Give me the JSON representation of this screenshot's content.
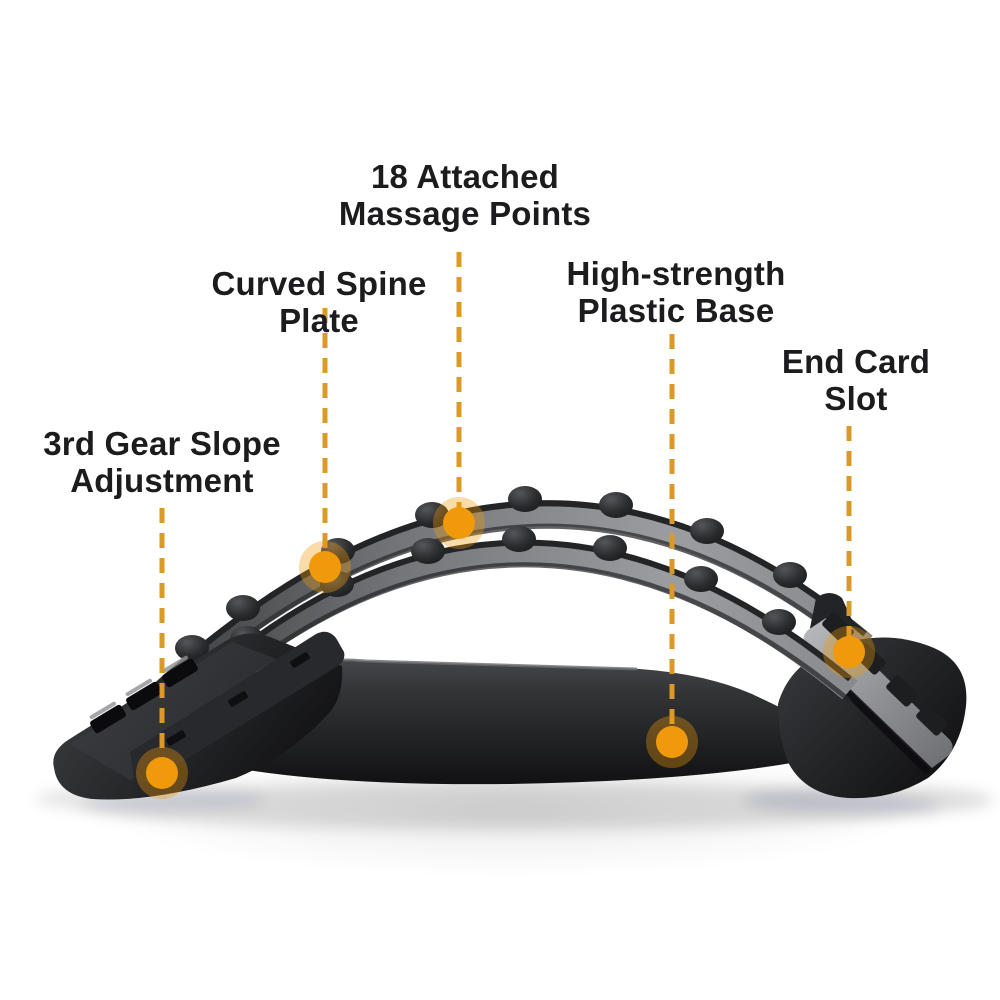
{
  "figure": {
    "kind": "product-feature-callout-diagram",
    "callout_count": 5
  },
  "callouts": [
    {
      "id": "massage-points",
      "line1": "18 Attached",
      "line2": "Massage Points"
    },
    {
      "id": "curved-spine-plate",
      "line1": "Curved Spine",
      "line2": "Plate"
    },
    {
      "id": "high-strength-plastic-base",
      "line1": "High-strength",
      "line2": "Plastic Base"
    },
    {
      "id": "end-card-slot",
      "line1": "End Card",
      "line2": "Slot"
    },
    {
      "id": "third-gear-slope-adjustment",
      "line1": "3rd Gear Slope",
      "line2": "Adjustment"
    }
  ],
  "colors": {
    "accent_dot": "#F09A0B",
    "accent_line": "#DB9A28",
    "text": "#1C1C1E",
    "background": "#FFFFFF",
    "product_dark": "#141416",
    "product_mid": "#3C3E40",
    "product_light": "#9EA0A3"
  }
}
